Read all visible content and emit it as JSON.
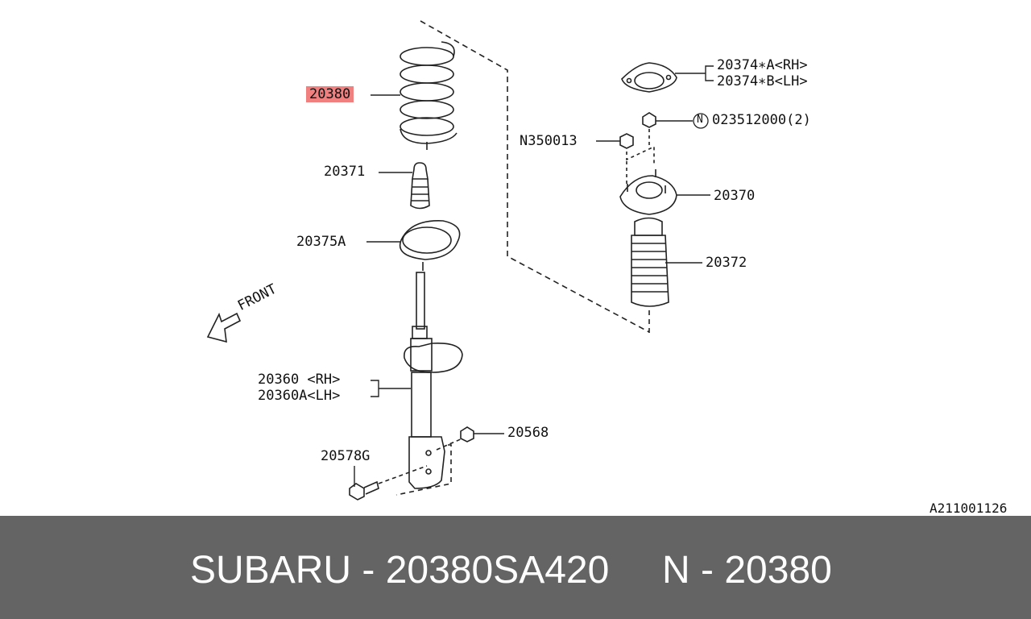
{
  "diagram": {
    "highlight_color": "#f08080",
    "front_label": "FRONT",
    "catalog_code": "A211001126",
    "labels": {
      "p20380": "20380",
      "p20371": "20371",
      "p20375a": "20375A",
      "p20360_rh": "20360 <RH>",
      "p20360a_lh": "20360A<LH>",
      "p20578g": "20578G",
      "p20568": "20568",
      "p20374a_rh": "20374∗A<RH>",
      "p20374b_lh": "20374∗B<LH>",
      "p023512000": "023512000(2)",
      "n_marker": "N",
      "pn350013": "N350013",
      "p20370": "20370",
      "p20372": "20372"
    }
  },
  "footer": {
    "background": "#646464",
    "brand_part": "SUBARU - 20380SA420",
    "ref": "N - 20380"
  }
}
